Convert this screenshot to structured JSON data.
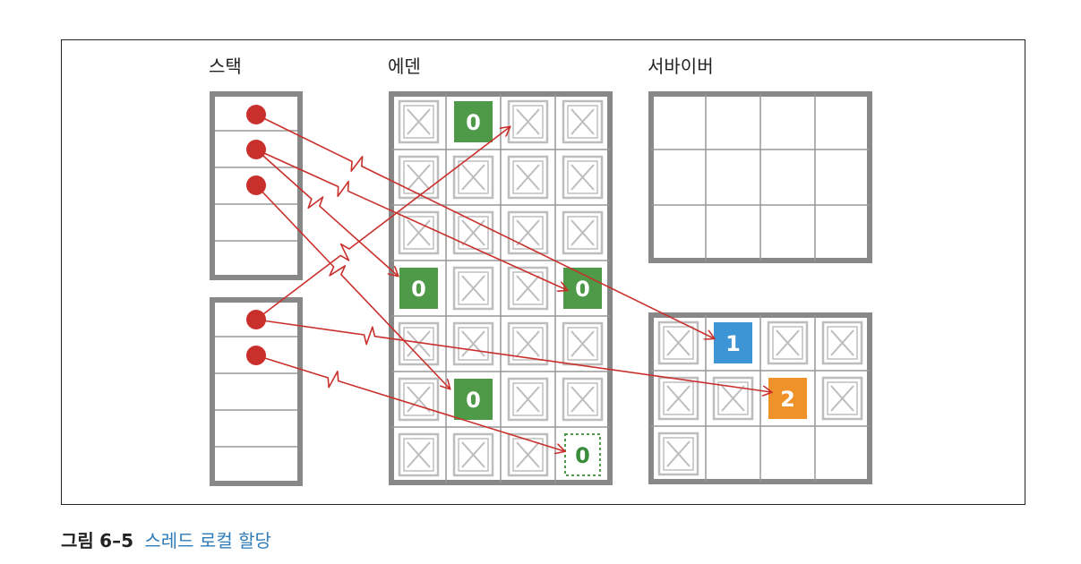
{
  "labels": {
    "stack": "스택",
    "eden": "에덴",
    "survivor": "서바이버"
  },
  "caption": {
    "label": "그림",
    "number": "6–5",
    "title": "스레드 로컬 할당"
  },
  "colors": {
    "green": "#4e9a48",
    "blue": "#3d95d5",
    "orange": "#f0922a",
    "red": "#c9302c",
    "frame": "#888888",
    "cross": "#bdbdbd"
  },
  "eden": {
    "rows": [
      [
        "x",
        "0",
        "x",
        "x"
      ],
      [
        "x",
        "x",
        "x",
        "x"
      ],
      [
        "x",
        "x",
        "x",
        "x"
      ],
      [
        "0",
        "x",
        "x",
        "0"
      ],
      [
        "x",
        "x",
        "x",
        "x"
      ],
      [
        "x",
        "0",
        "x",
        "x"
      ],
      [
        "x",
        "x",
        "x",
        "0d"
      ]
    ]
  },
  "survivor_top": {
    "rows": [
      [
        "",
        "",
        "",
        ""
      ],
      [
        "",
        "",
        "",
        ""
      ],
      [
        "",
        "",
        "",
        ""
      ]
    ]
  },
  "survivor_bottom": {
    "rows": [
      [
        "x",
        "1",
        "x",
        "x"
      ],
      [
        "x",
        "x",
        "2",
        "x"
      ],
      [
        "x",
        "",
        "",
        ""
      ]
    ]
  }
}
